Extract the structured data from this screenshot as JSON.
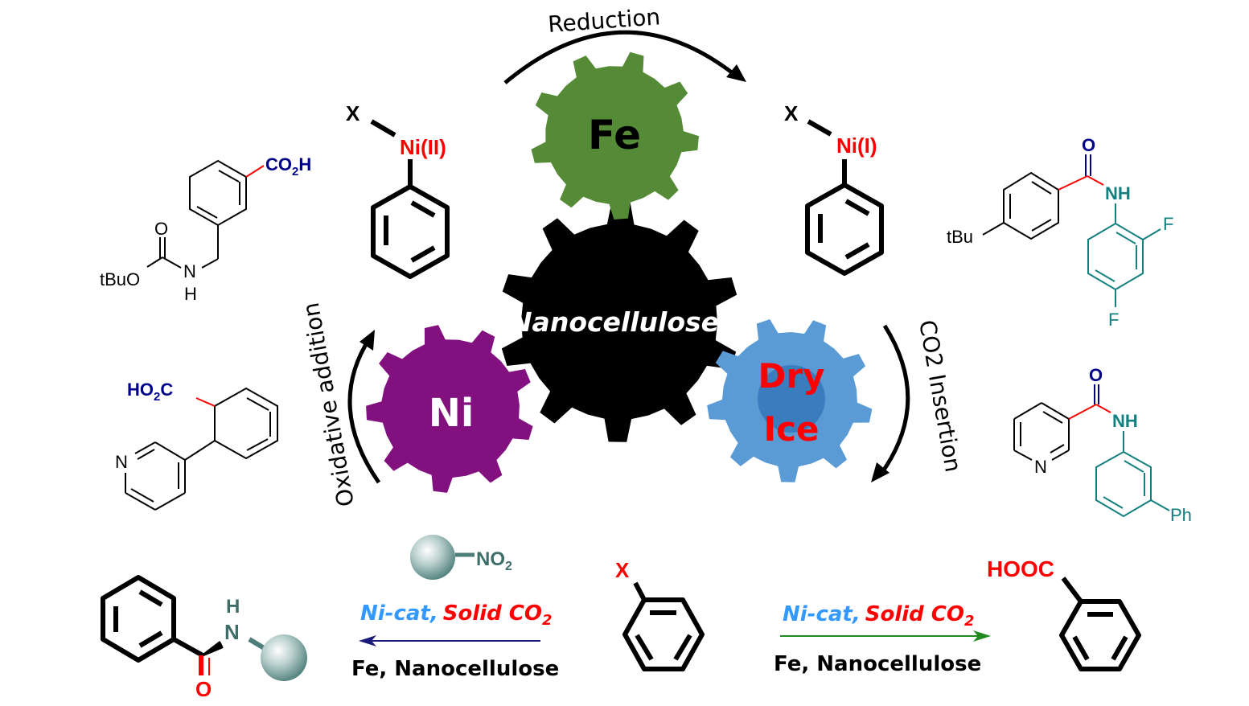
{
  "cycle": {
    "center_gear": {
      "label": "Nanocellulose",
      "color": "#000000",
      "text_color": "#ffffff"
    },
    "gears": [
      {
        "id": "fe",
        "label": "Fe",
        "color": "#558b36",
        "text_color": "#000000"
      },
      {
        "id": "ni",
        "label": "Ni",
        "color": "#82117f",
        "text_color": "#ffffff"
      },
      {
        "id": "dry-ice",
        "label_line1": "Dry",
        "label_line2": "Ice",
        "color": "#5b9bd5",
        "inner_color": "#3a7dbf",
        "text_color": "#ff0000"
      }
    ],
    "steps": [
      {
        "id": "reduction",
        "label": "Reduction"
      },
      {
        "id": "co2-insertion",
        "label": "CO2 Insertion"
      },
      {
        "id": "oxidative-addition",
        "label": "Oxidative addition"
      }
    ],
    "intermediates": [
      {
        "id": "ni-ii",
        "ligand": "X",
        "metal": "Ni(II)"
      },
      {
        "id": "ni-i",
        "ligand": "X",
        "metal": "Ni(I)"
      }
    ]
  },
  "examples": [
    {
      "id": "boc-amino-acid",
      "labels": {
        "acid": "CO",
        "acid_sub": "2",
        "acid_end": "H",
        "carbonyl_o": "O",
        "ester": "tBuO",
        "amine_n": "N",
        "amine_h": "H"
      }
    },
    {
      "id": "pyridyl-benzoic-acid",
      "labels": {
        "acid": "HO",
        "acid_sub": "2",
        "acid_end": "C",
        "pyridine_n": "N"
      }
    },
    {
      "id": "tbu-benzamide",
      "labels": {
        "o": "O",
        "nh": "NH",
        "tbu": "tBu",
        "f1": "F",
        "f2": "F"
      }
    },
    {
      "id": "nicotinamide",
      "labels": {
        "o": "O",
        "nh": "NH",
        "pyridine_n": "N",
        "ph": "Ph"
      }
    }
  ],
  "reactions": {
    "start": {
      "label": "X"
    },
    "left": {
      "reagent": {
        "label": "NO",
        "sub": "2"
      },
      "cond_top_1": "Ni-cat,",
      "cond_top_2": "Solid CO",
      "cond_top_sub": "2",
      "cond_bottom": "Fe, Nanocellulose",
      "arrow_color": "#1a1a7a",
      "product": {
        "n_h": "H",
        "n": "N",
        "o": "O"
      }
    },
    "right": {
      "cond_top_1": "Ni-cat,",
      "cond_top_2": "Solid CO",
      "cond_top_sub": "2",
      "cond_bottom": "Fe, Nanocellulose",
      "arrow_color": "#1f8a1f",
      "product": {
        "label": "HOOC"
      }
    }
  },
  "colors": {
    "ni_cat": "#3399ff",
    "solid_co2": "#ff0000",
    "navy": "#00008b",
    "teal": "#138080",
    "red": "#ff0000",
    "bead": "#4d7e7a"
  }
}
